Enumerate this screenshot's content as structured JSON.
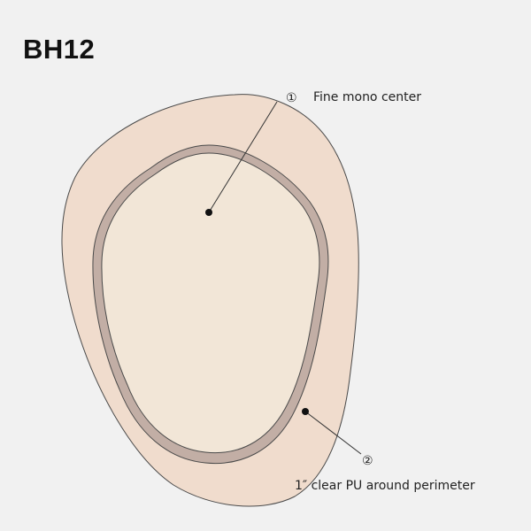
{
  "title": "BH12",
  "colors": {
    "background": "#f1f1f1",
    "outer_area": "#f0dccd",
    "center_area": "#f2e6d7",
    "band": "#c2aea5",
    "outline": "#4a4a4a",
    "leader": "#333333"
  },
  "labels": [
    {
      "number": "①",
      "text": "Fine mono center"
    },
    {
      "number": "②",
      "text": "1″ clear PU around perimeter"
    }
  ]
}
